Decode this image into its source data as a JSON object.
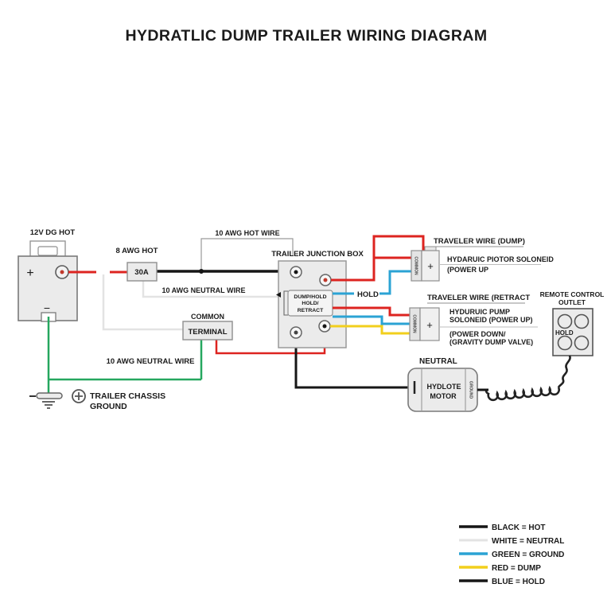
{
  "title": "HYDRATLIC DUMP TRAILER WIRING DIAGRAM",
  "colors": {
    "hot_black": "#161616",
    "neutral_white": "#e3e3e3",
    "ground_green": "#25a75f",
    "dump_red": "#dd2420",
    "hold_blue": "#2ba3d4",
    "dump_yellow": "#f2cf1c"
  },
  "battery": {
    "label": "12V DG HOT",
    "plus": "+",
    "minus": "−"
  },
  "fuse": {
    "label": "8 AWG HOT",
    "rating": "30A"
  },
  "wire_labels": {
    "hot_wire": "10 AWG HOT WIRE",
    "neutral_wire_top": "10 AWG NEUTRAL WIRE",
    "neutral_wire_bottom": "10 AWG NEUTRAL WIRE"
  },
  "junction_box": {
    "label": "TRAILER JUNCTION BOX",
    "switch_line1": "DUMP/HOLD",
    "switch_line2": "HOLD/",
    "switch_line3": "RETRACT",
    "hold_label": "HOLD"
  },
  "common_terminal": {
    "label": "COMMON",
    "box_label": "TERMINAL"
  },
  "chassis_ground": {
    "line1": "TRAILER CHASSIS",
    "line2": "GROUND"
  },
  "solenoid_dump": {
    "title": "TRAVELER WIRE (DUMP)",
    "side_label": "COMMON",
    "terminal": "+",
    "desc_line1": "HYDARUIC PIOTOR SOLONEID",
    "desc_line2": "(POWER UP"
  },
  "solenoid_retract": {
    "title": "TRAVELER WIRE (RETRACT",
    "side_label": "COMMON",
    "terminal": "+",
    "desc_line1": "HYDURUIC PUMP",
    "desc_line2": "SOLONEID (POWER UP)",
    "desc_line3": "(POWER DOWN/",
    "desc_line4": "(GRAVITY DUMP VALVE)"
  },
  "motor": {
    "label": "NEUTRAL",
    "name_line1": "HYDLOTE",
    "name_line2": "MOTOR",
    "side_label": "GROUND"
  },
  "remote_outlet": {
    "title_line1": "REMOTE CONTROL",
    "title_line2": "OUTLET",
    "hold_label": "HOLD"
  },
  "legend": [
    {
      "color": "#161616",
      "label": "BLACK = HOT"
    },
    {
      "color": "#e3e3e3",
      "label": "WHITE = NEUTRAL"
    },
    {
      "color": "#2ba3d4",
      "label": "GREEN = GROUND"
    },
    {
      "color": "#f2cf1c",
      "label": "RED = DUMP"
    },
    {
      "color": "#161616",
      "label": "BLUE = HOLD"
    }
  ]
}
